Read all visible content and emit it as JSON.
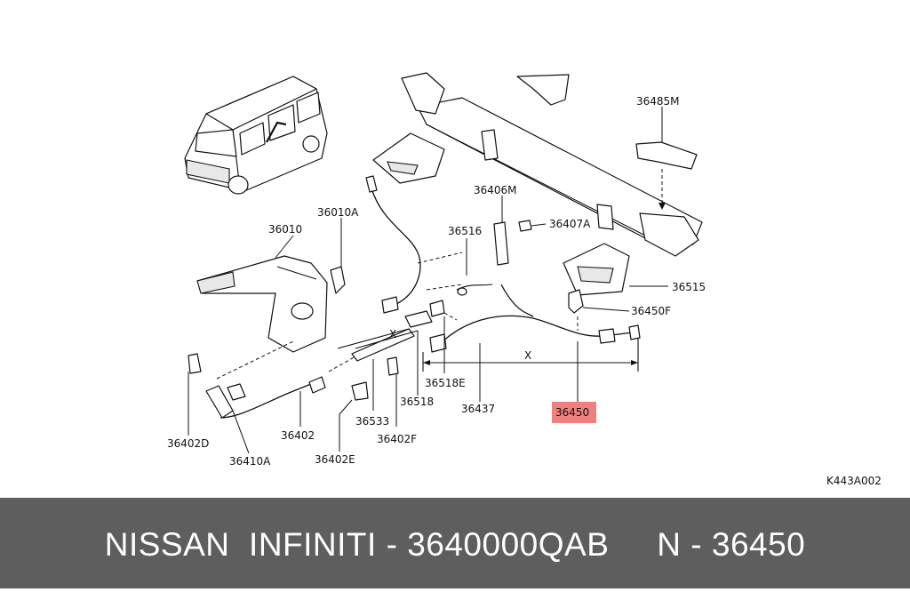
{
  "diagram": {
    "code": "K443A002",
    "highlight_color": "#f08080",
    "labels": {
      "p36485M": "36485M",
      "p36406M": "36406M",
      "p36407A": "36407A",
      "p36010A": "36010A",
      "p36516": "36516",
      "p36010": "36010",
      "p36515": "36515",
      "p36450F": "36450F",
      "p36518E": "36518E",
      "p36450": "36450",
      "p36518": "36518",
      "p36437": "36437",
      "p36533": "36533",
      "p36402": "36402",
      "p36402F": "36402F",
      "p36402D": "36402D",
      "p36410A": "36410A",
      "p36402E": "36402E",
      "dim_x_1": "X",
      "dim_x_2": "X"
    }
  },
  "footer": {
    "text": "NISSAN  INFINITI - 3640000QAB     N - 36450"
  }
}
